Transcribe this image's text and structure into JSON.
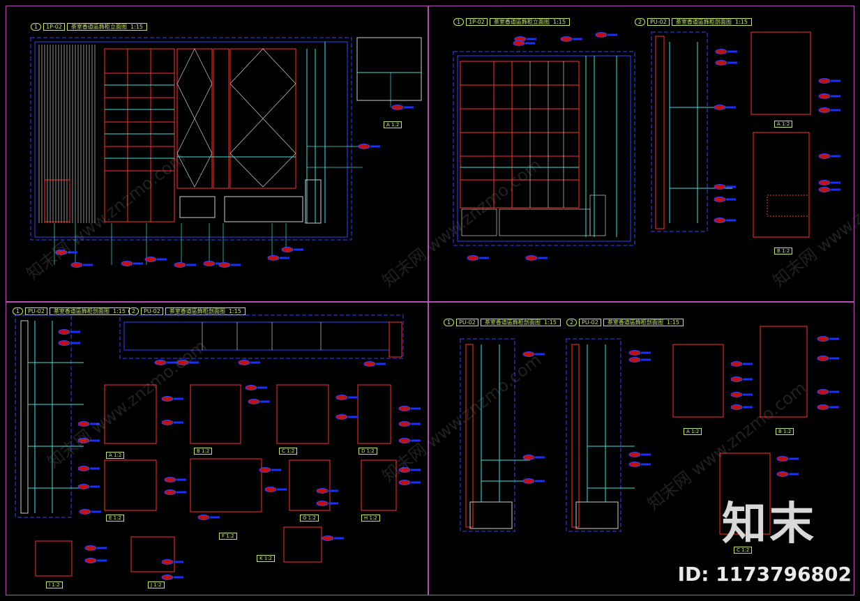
{
  "drawing": {
    "panels": [
      {
        "id": "top-left",
        "titles": [
          {
            "num": "1",
            "code": "1P-02",
            "text": "茶室香道區飾柜立面图",
            "scale": "1:15"
          }
        ],
        "detail_labels": [
          "A 1:2"
        ]
      },
      {
        "id": "top-right",
        "titles": [
          {
            "num": "1",
            "code": "1P-02",
            "text": "茶室香道區飾柜立面图",
            "scale": "1:15"
          },
          {
            "num": "2",
            "code": "PU-02",
            "text": "茶室香道區飾柜剖面图",
            "scale": "1:15"
          }
        ],
        "detail_labels": [
          "A 1:2",
          "B 1:2"
        ]
      },
      {
        "id": "bottom-left",
        "titles": [
          {
            "num": "1",
            "code": "PU-02",
            "text": "茶室香道區飾柜剖面图",
            "scale": "1:15"
          },
          {
            "num": "2",
            "code": "PU-02",
            "text": "茶室香道區飾柜剖面图",
            "scale": "1:15"
          }
        ],
        "detail_labels": [
          "A 1:2",
          "B 1:2",
          "C 1:2",
          "D 1:2",
          "E 1:2",
          "F 1:2",
          "G 1:2",
          "H 1:2",
          "I 1:2",
          "J 1:2",
          "K 1:2"
        ]
      },
      {
        "id": "bottom-right",
        "titles": [
          {
            "num": "1",
            "code": "PU-02",
            "text": "茶室香道區飾柜剖面图",
            "scale": "1:15"
          },
          {
            "num": "2",
            "code": "PU-02",
            "text": "茶室香道區飾柜剖面图",
            "scale": "1:15"
          }
        ],
        "detail_labels": [
          "A 1:2",
          "B 1:2",
          "C 1:2"
        ]
      }
    ],
    "colors": {
      "background": "#000000",
      "panel_border": "#b84cb8",
      "title": "#c8e86a",
      "main_line": "#3344ff",
      "cabinet_line": "#ff3030",
      "leader": "#40e0e0",
      "tag_fill": "#c01010",
      "note": "#1a30ff"
    }
  },
  "watermarks": [
    "知末网 www.znzmo.com"
  ],
  "brand": {
    "logo_text": "知末",
    "id_text": "ID: 1173796802"
  }
}
